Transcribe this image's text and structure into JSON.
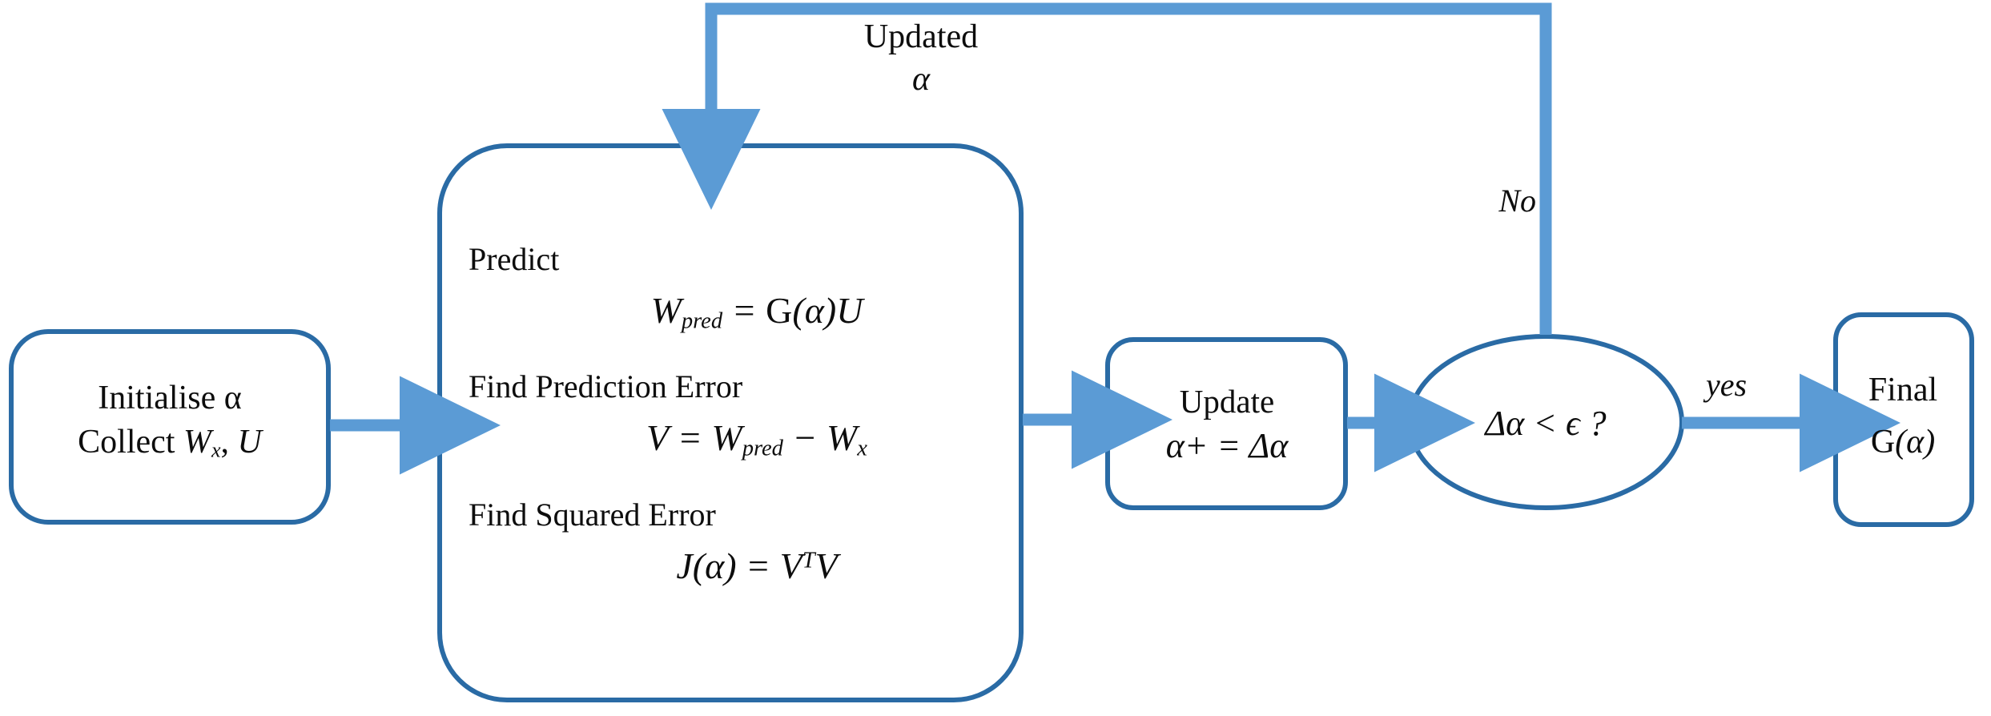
{
  "diagram": {
    "title": "Iterative alpha estimation flowchart",
    "colors": {
      "shape_stroke": "#2a6ba5",
      "arrow_fill": "#5b9bd5",
      "text": "#0d0d0d",
      "background": "#ffffff"
    }
  },
  "nodes": {
    "initialise": {
      "name": "initialise-node",
      "shape": "rounded-rectangle",
      "line1": "Initialise α",
      "line2_prefix": "Collect ",
      "line2_var1": "W",
      "line2_sub1": "x",
      "line2_mid": ", ",
      "line2_var2": "U"
    },
    "process": {
      "name": "process-node",
      "shape": "rounded-rectangle",
      "groups": [
        {
          "heading": "Predict",
          "formula_parts": {
            "lhs": "W",
            "lhs_sub": "pred",
            "eq": " = ",
            "fn": "G",
            "arg": "(α)",
            "rhs": "U"
          },
          "formula_plain": "W_pred = G(α)U"
        },
        {
          "heading": "Find Prediction Error",
          "formula_parts": {
            "lhs": "V",
            "eq": " = ",
            "t1": "W",
            "t1_sub": "pred",
            "minus": " − ",
            "t2": "W",
            "t2_sub": "x"
          },
          "formula_plain": "V = W_pred − W_x"
        },
        {
          "heading": "Find Squared Error",
          "formula_parts": {
            "lhs": "J",
            "arg": "(α)",
            "eq": " = ",
            "t1": "V",
            "t1_sup": "T",
            "t2": "V"
          },
          "formula_plain": "J(α) = VᵀV"
        }
      ]
    },
    "update": {
      "name": "update-node",
      "shape": "rounded-rectangle",
      "line1": "Update",
      "line2": "α+ = Δα"
    },
    "decision": {
      "name": "decision-node",
      "shape": "ellipse",
      "text": "Δα < ϵ ?"
    },
    "final": {
      "name": "final-node",
      "shape": "rounded-rectangle",
      "line1": "Final",
      "line2_fn": "G",
      "line2_arg": "(α)"
    }
  },
  "edges": {
    "init_to_process": {
      "name": "arrow-initialise-to-process",
      "label": ""
    },
    "process_to_update": {
      "name": "arrow-process-to-update",
      "label": ""
    },
    "update_to_decision": {
      "name": "arrow-update-to-decision",
      "label": ""
    },
    "decision_to_final": {
      "name": "arrow-decision-to-final",
      "label": "yes"
    },
    "decision_to_process": {
      "name": "arrow-decision-feedback-to-process",
      "label_no": "No",
      "label_updated_line1": "Updated",
      "label_updated_line2": "α"
    }
  }
}
